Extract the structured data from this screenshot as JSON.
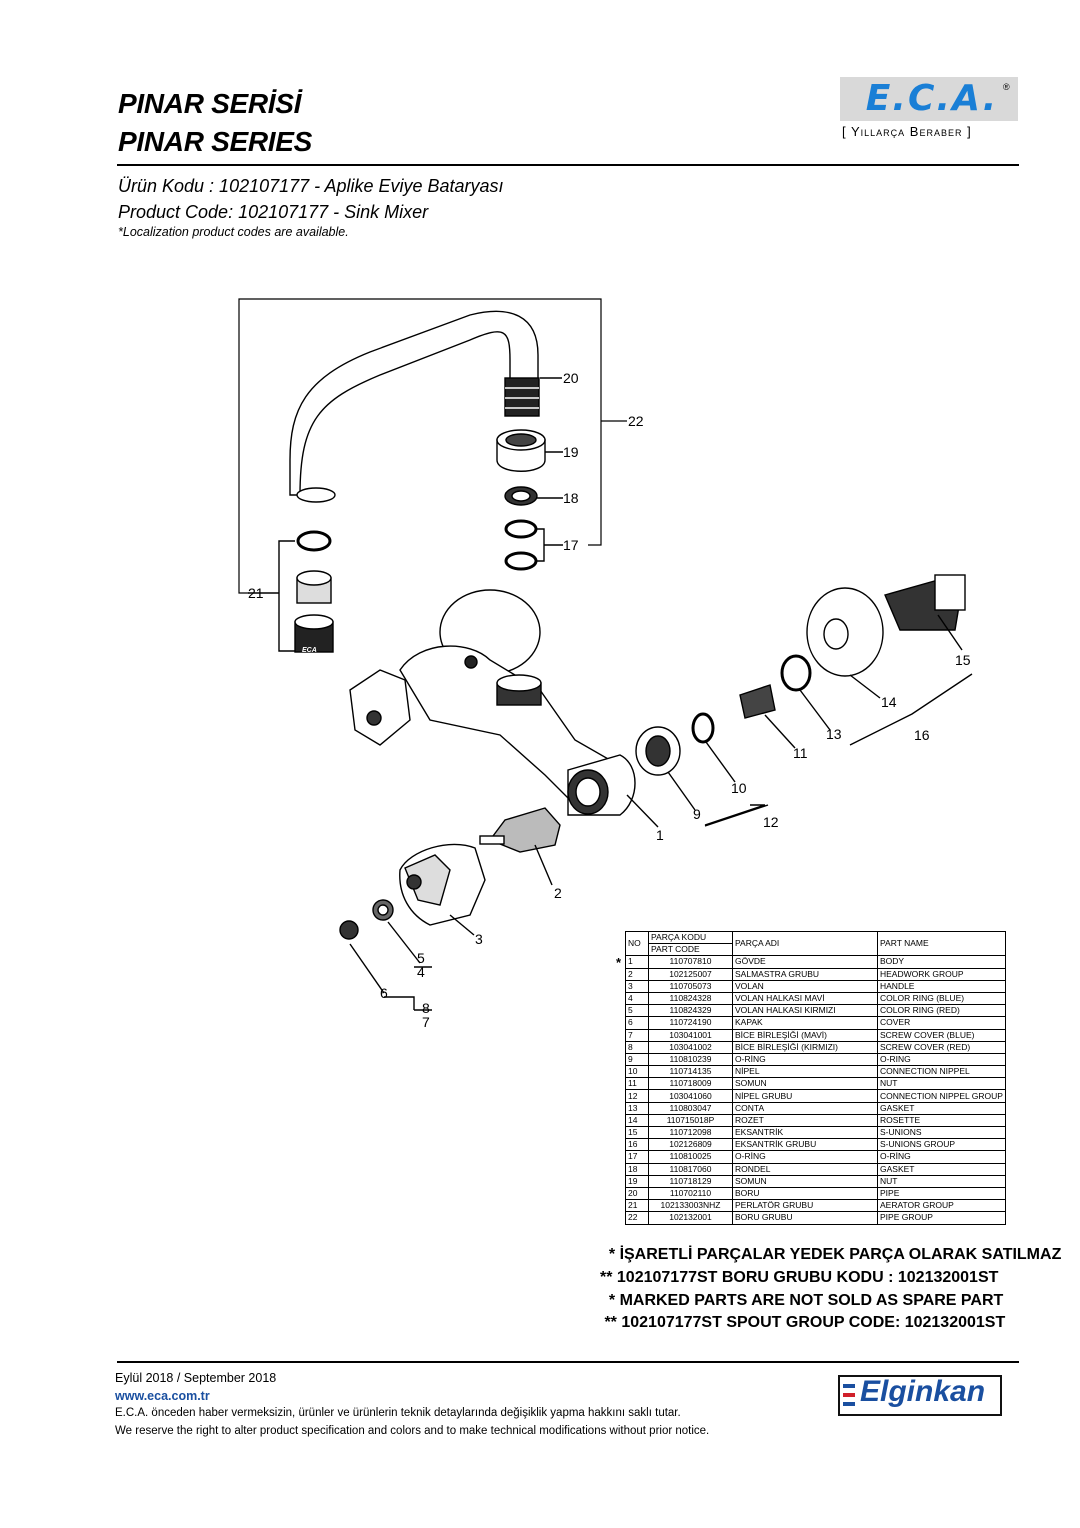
{
  "header": {
    "series_tr": "PINAR SERİSİ",
    "series_en": "PINAR SERIES",
    "product_tr": "Ürün Kodu : 102107177  - Aplike Eviye  Bataryası",
    "product_en": "Product Code: 102107177 - Sink Mixer",
    "localization_note": "*Localization product codes are available.",
    "logo": "E.C.A.",
    "logo_registered": "®",
    "slogan": "[ Yıllarça Beraber ]"
  },
  "diagram": {
    "callouts": [
      "20",
      "22",
      "19",
      "18",
      "17",
      "21",
      "15",
      "14",
      "16",
      "13",
      "11",
      "10",
      "9",
      "12",
      "1",
      "2",
      "3",
      "5",
      "4",
      "6",
      "8",
      "7"
    ],
    "aerator_mark": "ECA",
    "star_marker": "*"
  },
  "parts_table": {
    "headers": {
      "no": "NO",
      "part_code_tr": "PARÇA KODU",
      "part_code_en": "PART CODE",
      "part_name_tr": "PARÇA ADI",
      "part_name_en": "PART NAME"
    },
    "rows": [
      {
        "no": "1",
        "code": "110707810",
        "tr": "GÖVDE",
        "en": "BODY"
      },
      {
        "no": "2",
        "code": "102125007",
        "tr": "SALMASTRA GRUBU",
        "en": "HEADWORK GROUP"
      },
      {
        "no": "3",
        "code": "110705073",
        "tr": "VOLAN",
        "en": "HANDLE"
      },
      {
        "no": "4",
        "code": "110824328",
        "tr": "VOLAN HALKASI    MAVİ",
        "en": "COLOR RING (BLUE)"
      },
      {
        "no": "5",
        "code": "110824329",
        "tr": "VOLAN HALKASI    KIRMIZI",
        "en": "COLOR RING (RED)"
      },
      {
        "no": "6",
        "code": "110724190",
        "tr": "KAPAK",
        "en": "COVER"
      },
      {
        "no": "7",
        "code": "103041001",
        "tr": "BİCE BİRLEŞİĞİ (MAVİ)",
        "en": "SCREW COVER (BLUE)"
      },
      {
        "no": "8",
        "code": "103041002",
        "tr": "BİCE BİRLEŞİĞİ (KIRMIZI)",
        "en": "SCREW COVER (RED)"
      },
      {
        "no": "9",
        "code": "110810239",
        "tr": "O-RİNG",
        "en": "O-RING"
      },
      {
        "no": "10",
        "code": "110714135",
        "tr": "NİPEL",
        "en": "CONNECTION NIPPEL"
      },
      {
        "no": "11",
        "code": "110718009",
        "tr": "SOMUN",
        "en": "NUT"
      },
      {
        "no": "12",
        "code": "103041060",
        "tr": "NİPEL GRUBU",
        "en": "CONNECTION NIPPEL GROUP"
      },
      {
        "no": "13",
        "code": "110803047",
        "tr": "CONTA",
        "en": "GASKET"
      },
      {
        "no": "14",
        "code": "110715018P",
        "tr": "ROZET",
        "en": "ROSETTE"
      },
      {
        "no": "15",
        "code": "110712098",
        "tr": "EKSANTRİK",
        "en": "S-UNIONS"
      },
      {
        "no": "16",
        "code": "102126809",
        "tr": "EKSANTRİK GRUBU",
        "en": "S-UNIONS GROUP"
      },
      {
        "no": "17",
        "code": "110810025",
        "tr": "O-RİNG",
        "en": "O-RİNG"
      },
      {
        "no": "18",
        "code": "110817060",
        "tr": "RONDEL",
        "en": "GASKET"
      },
      {
        "no": "19",
        "code": "110718129",
        "tr": "SOMUN",
        "en": "NUT"
      },
      {
        "no": "20",
        "code": "110702110",
        "tr": "BORU",
        "en": "PIPE"
      },
      {
        "no": "21",
        "code": "102133003NHZ",
        "tr": "PERLATÖR GRUBU",
        "en": "AERATOR GROUP"
      },
      {
        "no": "22",
        "code": "102132001",
        "tr": "BORU GRUBU",
        "en": "PIPE GROUP"
      }
    ]
  },
  "notes": {
    "line1": "  * İŞARETLİ PARÇALAR YEDEK PARÇA OLARAK SATILMAZ",
    "line2": "** 102107177ST BORU GRUBU KODU : 102132001ST",
    "line3": "  * MARKED PARTS ARE NOT SOLD AS SPARE PART",
    "line4": " ** 102107177ST SPOUT GROUP CODE: 102132001ST"
  },
  "footer": {
    "date": "Eylül 2018 / September 2018",
    "url": "www.eca.com.tr",
    "disclaimer_tr": "E.C.A. önceden haber vermeksizin, ürünler ve ürünlerin teknik detaylarında değişiklik yapma hakkını saklı tutar.",
    "disclaimer_en": "We reserve the right to alter product specification and colors and to make technical modifications without prior notice.",
    "partner_logo": "Elginkan"
  },
  "colors": {
    "eca_blue": "#1a7fd6",
    "elginkan_blue": "#1a4fa0",
    "elginkan_red": "#d0202a"
  }
}
